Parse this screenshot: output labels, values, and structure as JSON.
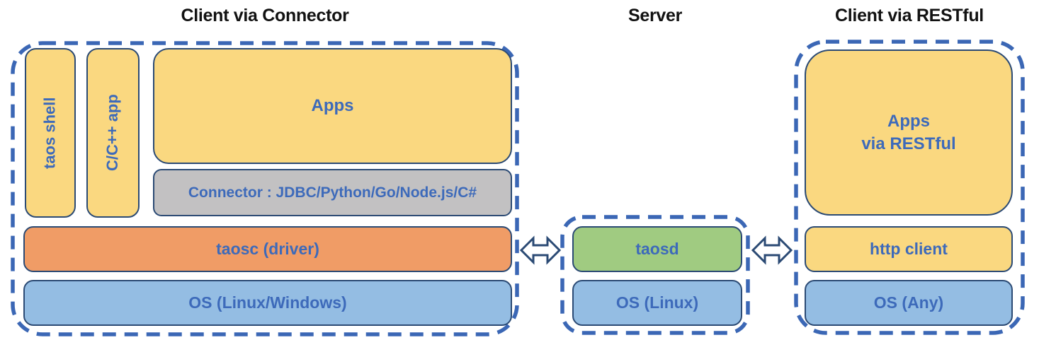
{
  "colors": {
    "yellow": "#FAD880",
    "orange": "#F09C66",
    "blue_fill": "#94BDE3",
    "green": "#A0CB81",
    "gray": "#C2C1C2",
    "dash_blue": "#3B67B5",
    "border": "#2B4A74",
    "label": "#3D6ABA",
    "title": "#121212"
  },
  "sections": {
    "client_connector": {
      "title": "Client via Connector",
      "taos_shell_label": "taos shell",
      "cpp_app_label": "C/C++ app",
      "apps_label": "Apps",
      "connector_label": "Connector : JDBC/Python/Go/Node.js/C#",
      "taosc_label": "taosc (driver)",
      "os_label": "OS (Linux/Windows)"
    },
    "server": {
      "title": "Server",
      "taosd_label": "taosd",
      "os_label": "OS (Linux)"
    },
    "client_restful": {
      "title": "Client via RESTful",
      "apps_label": "Apps\nvia RESTful",
      "http_client_label": "http client",
      "os_label": "OS (Any)"
    }
  },
  "connections": {
    "left_arrow": "bidirectional arrow between Client via Connector and Server",
    "right_arrow": "bidirectional arrow between Server and Client via RESTful"
  }
}
